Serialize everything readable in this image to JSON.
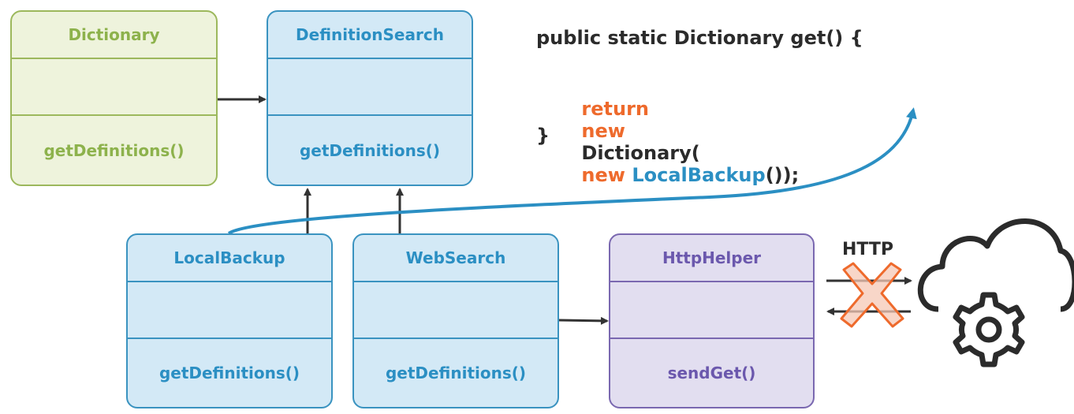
{
  "classes": {
    "dictionary": {
      "name": "Dictionary",
      "method": "getDefinitions()"
    },
    "definition_search": {
      "name": "DefinitionSearch",
      "method": "getDefinitions()"
    },
    "local_backup": {
      "name": "LocalBackup",
      "method": "getDefinitions()"
    },
    "web_search": {
      "name": "WebSearch",
      "method": "getDefinitions()"
    },
    "http_helper": {
      "name": "HttpHelper",
      "method": "sendGet()"
    }
  },
  "code": {
    "line1": "public static Dictionary get() {",
    "line2": {
      "kw_return": "return",
      "kw_new1": "new",
      "text1": "Dictionary(",
      "kw_new2": "new",
      "type": "LocalBackup",
      "text2": "());"
    },
    "line3": "}"
  },
  "http_label": "HTTP",
  "colors": {
    "green": "#8db24c",
    "blue": "#2b8fc3",
    "purple": "#6b58ad",
    "orange": "#ee6a2c",
    "dark": "#2b2b2b"
  },
  "icons": [
    "cloud-gear-icon",
    "blocked-x-icon"
  ]
}
